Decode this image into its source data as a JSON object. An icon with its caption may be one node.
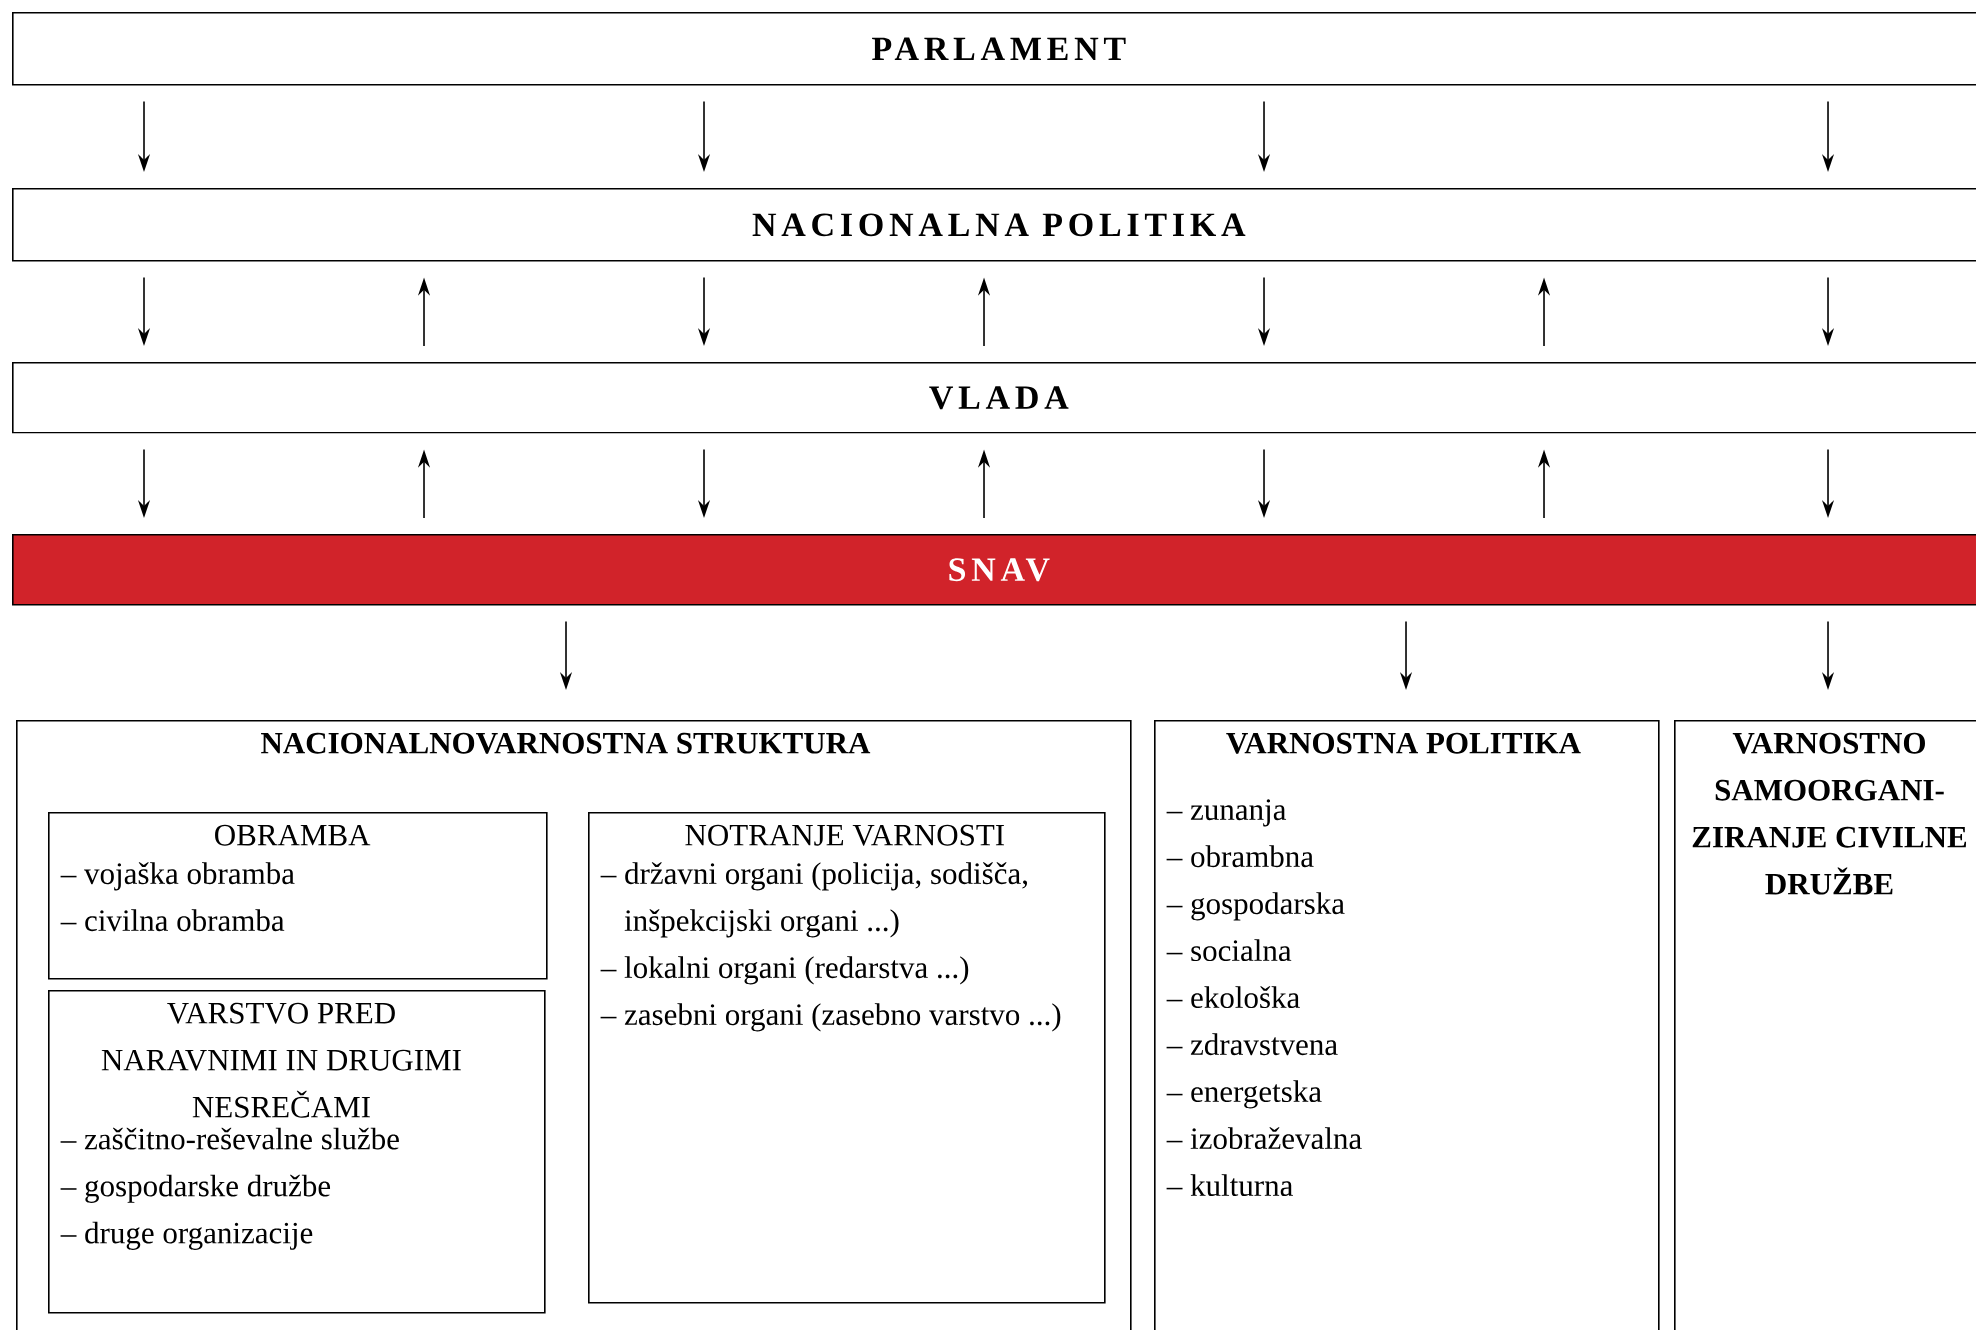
{
  "diagram": {
    "nodes": [
      {
        "text": [
          "PARLAMENT"
        ]
      },
      {
        "text": [
          "NACIONALNA POLITIKA"
        ]
      },
      {
        "text": [
          "VLADA"
        ]
      },
      {
        "text": [
          "SNAV"
        ]
      },
      {
        "text": [
          "NACIONALNOVARNOSTNA STRUKTURA"
        ]
      },
      {
        "text": [
          "OBRAMBA",
          "– vojaška obramba",
          "– civilna obramba"
        ],
        "in": 4
      },
      {
        "text": [
          "VARSTVO PRED NARAVNIMI IN DRUGIMI NESREČAMI",
          "– zaščitno-reševalne službe",
          "– gospodarske družbe",
          "– druge organizacije"
        ],
        "in": 4
      },
      {
        "text": [
          "NOTRANJE VARNOSTI",
          "– državni organi (policija, sodišča, inšpekcijski organi ...)",
          "– lokalni organi (redarstva ...)",
          "– zasebni organi (zasebno varstvo ...)"
        ],
        "in": 4
      },
      {
        "text": [
          "VARNOSTNA POLITIKA",
          "– zunanja",
          "– obrambna",
          "– gospodarska",
          "– socialna",
          "– ekološka",
          "– zdravstvena",
          "– energetska",
          "– izobraževalna",
          "– kulturna"
        ]
      },
      {
        "text": [
          "VARNOSTNO SAMOORGANI-ZIRANJE CIVILNE DRUŽBE"
        ]
      }
    ],
    "edges": [
      {
        "from": 0,
        "to": 1,
        "arrow": "to"
      },
      {
        "from": 0,
        "to": 1,
        "arrow": "to"
      },
      {
        "from": 0,
        "to": 1,
        "arrow": "to"
      },
      {
        "from": 0,
        "to": 1,
        "arrow": "to"
      },
      {
        "from": 1,
        "to": 2,
        "arrow": "to"
      },
      {
        "from": 2,
        "to": 1,
        "arrow": "to"
      },
      {
        "from": 1,
        "to": 2,
        "arrow": "to"
      },
      {
        "from": 2,
        "to": 1,
        "arrow": "to"
      },
      {
        "from": 1,
        "to": 2,
        "arrow": "to"
      },
      {
        "from": 2,
        "to": 1,
        "arrow": "to"
      },
      {
        "from": 1,
        "to": 2,
        "arrow": "to"
      },
      {
        "from": 2,
        "to": 3,
        "arrow": "to"
      },
      {
        "from": 3,
        "to": 2,
        "arrow": "to"
      },
      {
        "from": 2,
        "to": 3,
        "arrow": "to"
      },
      {
        "from": 3,
        "to": 2,
        "arrow": "to"
      },
      {
        "from": 2,
        "to": 3,
        "arrow": "to"
      },
      {
        "from": 3,
        "to": 2,
        "arrow": "to"
      },
      {
        "from": 2,
        "to": 3,
        "arrow": "to"
      },
      {
        "from": 3,
        "to": 4,
        "arrow": "to"
      },
      {
        "from": 3,
        "to": 8,
        "arrow": "to"
      },
      {
        "from": 3,
        "to": 9,
        "arrow": "to"
      }
    ]
  }
}
